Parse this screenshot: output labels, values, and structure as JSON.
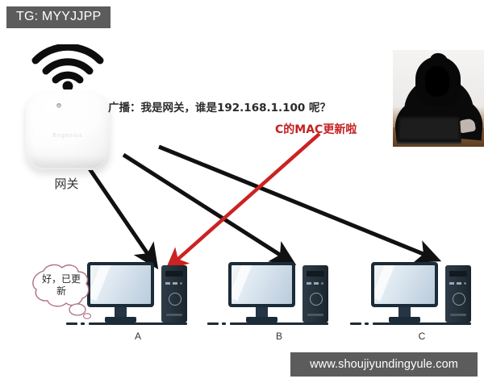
{
  "badge": {
    "text": "TG: MYYJJPP",
    "bg_color": "#5c5c5c",
    "text_color": "#ffffff"
  },
  "watermark": {
    "text": "www.shoujiyundingyule.com",
    "bg_color": "#5c5c5c",
    "text_color": "#ffffff"
  },
  "gateway": {
    "label": "网关",
    "brand": "Engenius",
    "icon": "wifi-icon"
  },
  "messages": {
    "broadcast": "广播：我是网关，谁是192.168.1.100 呢？",
    "spoof": "C的MAC更新啦",
    "spoof_color": "#c52222",
    "thought": "好，已更新",
    "thought_outline_color": "#b07080"
  },
  "hosts": [
    {
      "label": "A",
      "name": "computer-a"
    },
    {
      "label": "B",
      "name": "computer-b"
    },
    {
      "label": "C",
      "name": "computer-c"
    }
  ],
  "attacker": {
    "name": "hacker-photo",
    "alt": "hooded attacker with laptop"
  },
  "arrows": {
    "broadcast_color": "#111111",
    "spoof_color": "#cc2222",
    "broadcast_count": 3,
    "spoof_count": 1
  }
}
